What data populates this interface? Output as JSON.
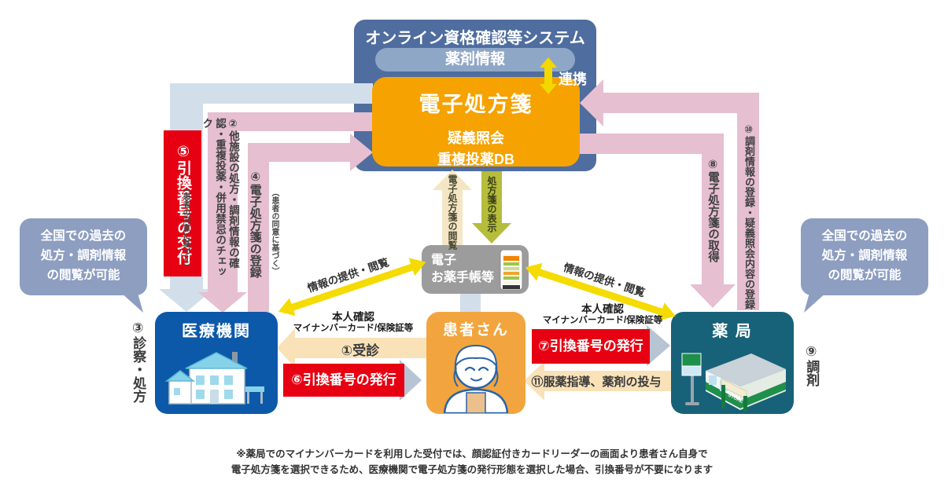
{
  "system": {
    "title": "オンライン資格確認等システム",
    "drug_info": "薬剤情報",
    "link": "連携",
    "eprescription": "電子処方箋",
    "sub1": "疑義照会",
    "sub2": "重複投薬DB"
  },
  "entities": {
    "medical": "医療機関",
    "patient": "患者さん",
    "pharmacy": "薬 局",
    "handbook_line1": "電子",
    "handbook_line2": "お薬手帳等",
    "store_sign": "STORE"
  },
  "bubble": {
    "line1": "全国での過去の",
    "line2": "処方・調剤情報",
    "line3": "の閲覧が可能"
  },
  "steps": {
    "s1": "①受診",
    "s2": "②他施設の処方・調剤情報の確認・重複投薬・併用禁忌のチェック",
    "s2_note": "（患者の同意に基づく）",
    "s3": "③診察・処方",
    "s4": "④電子処方箋の登録",
    "s4_note": "（患者の同意に基づく）",
    "s5": "⑤引換番号の交付",
    "s6": "⑥引換番号の発行",
    "s7": "⑦引換番号の発行",
    "s8": "⑧電子処方箋の取得",
    "s9": "⑨調剤",
    "s10": "⑩調剤情報の登録・疑義照会内容の登録",
    "s11": "⑪服薬指導、薬剤の投与"
  },
  "labels": {
    "identity1": "本人確認",
    "identity2": "マイナンバーカード/保険証等",
    "info_share": "情報の提供・閲覧",
    "view": "電子処方箋の閲覧",
    "display": "処方箋の表示"
  },
  "footnote": {
    "line1": "※薬局でのマイナンバーカードを利用した受付では、顔認証付きカードリーダーの画面より患者さん自身で",
    "line2": "電子処方箋を選択できるため、医療機関で電子処方箋の発行形態を選択した場合、引換番号が不要になります"
  },
  "colors": {
    "system_blue": "#4f6d9f",
    "drug_bar_blue": "#8fa7c7",
    "eprescription_orange": "#f6a200",
    "link_yellow": "#f2d800",
    "pink_arrow": "#e6bfd1",
    "lightblue_arrow": "#d2dfeb",
    "grayblue_arrow": "#b7c4d4",
    "cream_arrow": "#f9e2b8",
    "olive_arrow": "#b5bd3b",
    "red": "#e60012",
    "medical_blue": "#0d59a9",
    "patient_orange": "#f2a53e",
    "pharmacy_teal": "#176279",
    "handbook_gray": "#9c9c9c",
    "bubble_blue": "#8d9ec0",
    "diag_yellow": "#f5db00"
  }
}
